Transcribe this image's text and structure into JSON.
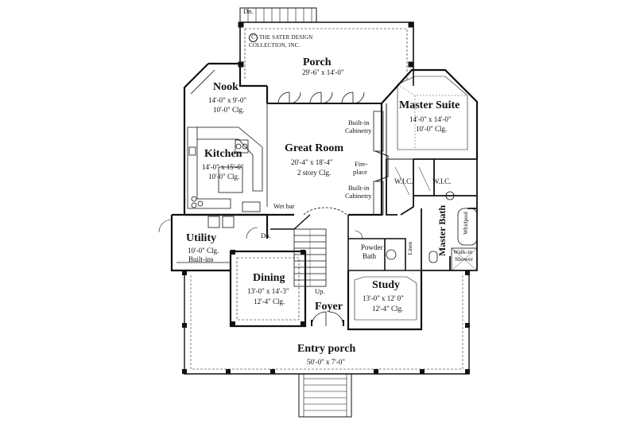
{
  "copyright": {
    "symbol": "C",
    "line1": "THE SATER DESIGN",
    "line2": "COLLECTION, INC."
  },
  "rooms": {
    "porch": {
      "name": "Porch",
      "dim": "29'-6\" x 14'-0\""
    },
    "nook": {
      "name": "Nook",
      "dim": "14'-0\" x 9'-0\"",
      "clg": "10'-0\" Clg."
    },
    "kitchen": {
      "name": "Kitchen",
      "dim": "14'-0\" x 15'-0\"",
      "clg": "10'-0\" Clg."
    },
    "great_room": {
      "name": "Great Room",
      "dim": "20'-4\" x 18'-4\"",
      "clg": "2 story Clg."
    },
    "master_suite": {
      "name": "Master Suite",
      "dim": "14'-0\" x 14'-0\"",
      "clg": "10'-0\" Clg."
    },
    "utility": {
      "name": "Utility",
      "clg": "10'-0\" Clg.",
      "extra": "Built-ins"
    },
    "dining": {
      "name": "Dining",
      "dim": "13'-0\" x 14'-3\"",
      "clg": "12'-4\" Clg."
    },
    "foyer": {
      "name": "Foyer"
    },
    "study": {
      "name": "Study",
      "dim": "13'-0\" x 12' 0\"",
      "clg": "12'-4\" Clg."
    },
    "entry_porch": {
      "name": "Entry porch",
      "dim": "50'-0\" x 7'-0\""
    },
    "master_bath": {
      "name": "Master Bath"
    }
  },
  "labels": {
    "dn_top": "Dn.",
    "dn_stair": "Dn.",
    "up": "Up.",
    "wet_bar": "Wet bar",
    "builtin_cab_1a": "Built-in",
    "builtin_cab_1b": "Cabinetry",
    "builtin_cab_2a": "Built-in",
    "builtin_cab_2b": "Cabinetry",
    "fireplace_a": "Fire-",
    "fireplace_b": "place",
    "wic_1": "W.I.C.",
    "wic_2": "W.I.C.",
    "powder_bath_a": "Powder",
    "powder_bath_b": "Bath",
    "linen": "Linen",
    "whirlpool": "Whirlpool",
    "walkin_shower_a": "Walk-in",
    "walkin_shower_b": "Shower"
  }
}
